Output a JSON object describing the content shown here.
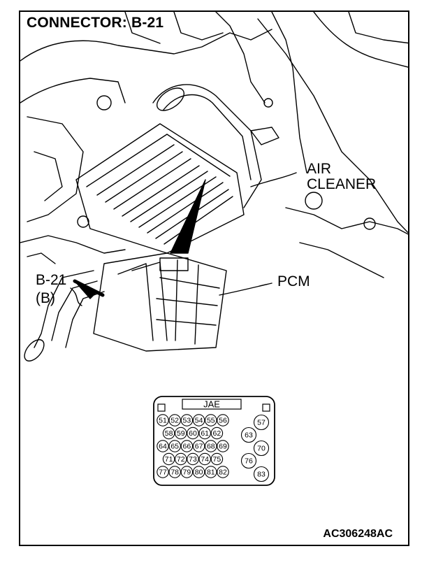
{
  "title": "CONNECTOR: B-21",
  "labels": {
    "air_cleaner_line1": "AIR",
    "air_cleaner_line2": "CLEANER",
    "connector_id": "B-21",
    "connector_variant": "(B)",
    "pcm": "PCM",
    "figure_code": "AC306248AC"
  },
  "connector_face": {
    "header": "JAE",
    "main_rows": [
      [
        "51",
        "52",
        "53",
        "54",
        "55",
        "56"
      ],
      [
        "58",
        "59",
        "60",
        "61",
        "62"
      ],
      [
        "64",
        "65",
        "66",
        "67",
        "68",
        "69"
      ],
      [
        "71",
        "72",
        "73",
        "74",
        "75"
      ],
      [
        "77",
        "78",
        "79",
        "80",
        "81",
        "82"
      ]
    ],
    "side_pins": [
      "57",
      "63",
      "70",
      "76",
      "83"
    ]
  }
}
